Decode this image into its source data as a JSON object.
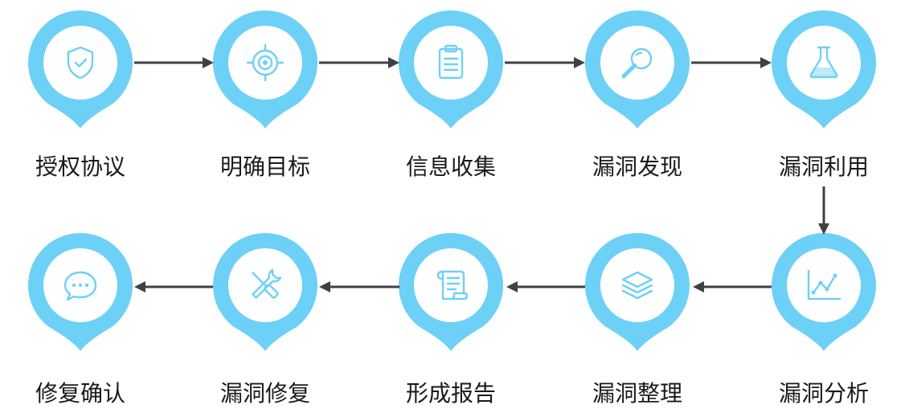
{
  "colors": {
    "pin": "#6DD0F7",
    "pin_inner": "#FFFFFF",
    "arrow": "#404040",
    "label": "#1A1A1A"
  },
  "steps": [
    {
      "label": "授权协议",
      "icon": "shield-check-icon"
    },
    {
      "label": "明确目标",
      "icon": "target-icon"
    },
    {
      "label": "信息收集",
      "icon": "clipboard-icon"
    },
    {
      "label": "漏洞发现",
      "icon": "magnifier-icon"
    },
    {
      "label": "漏洞利用",
      "icon": "flask-icon"
    },
    {
      "label": "漏洞分析",
      "icon": "line-chart-icon"
    },
    {
      "label": "漏洞整理",
      "icon": "layers-icon"
    },
    {
      "label": "形成报告",
      "icon": "scroll-document-icon"
    },
    {
      "label": "漏洞修复",
      "icon": "tools-icon"
    },
    {
      "label": "修复确认",
      "icon": "chat-bubble-icon"
    }
  ]
}
